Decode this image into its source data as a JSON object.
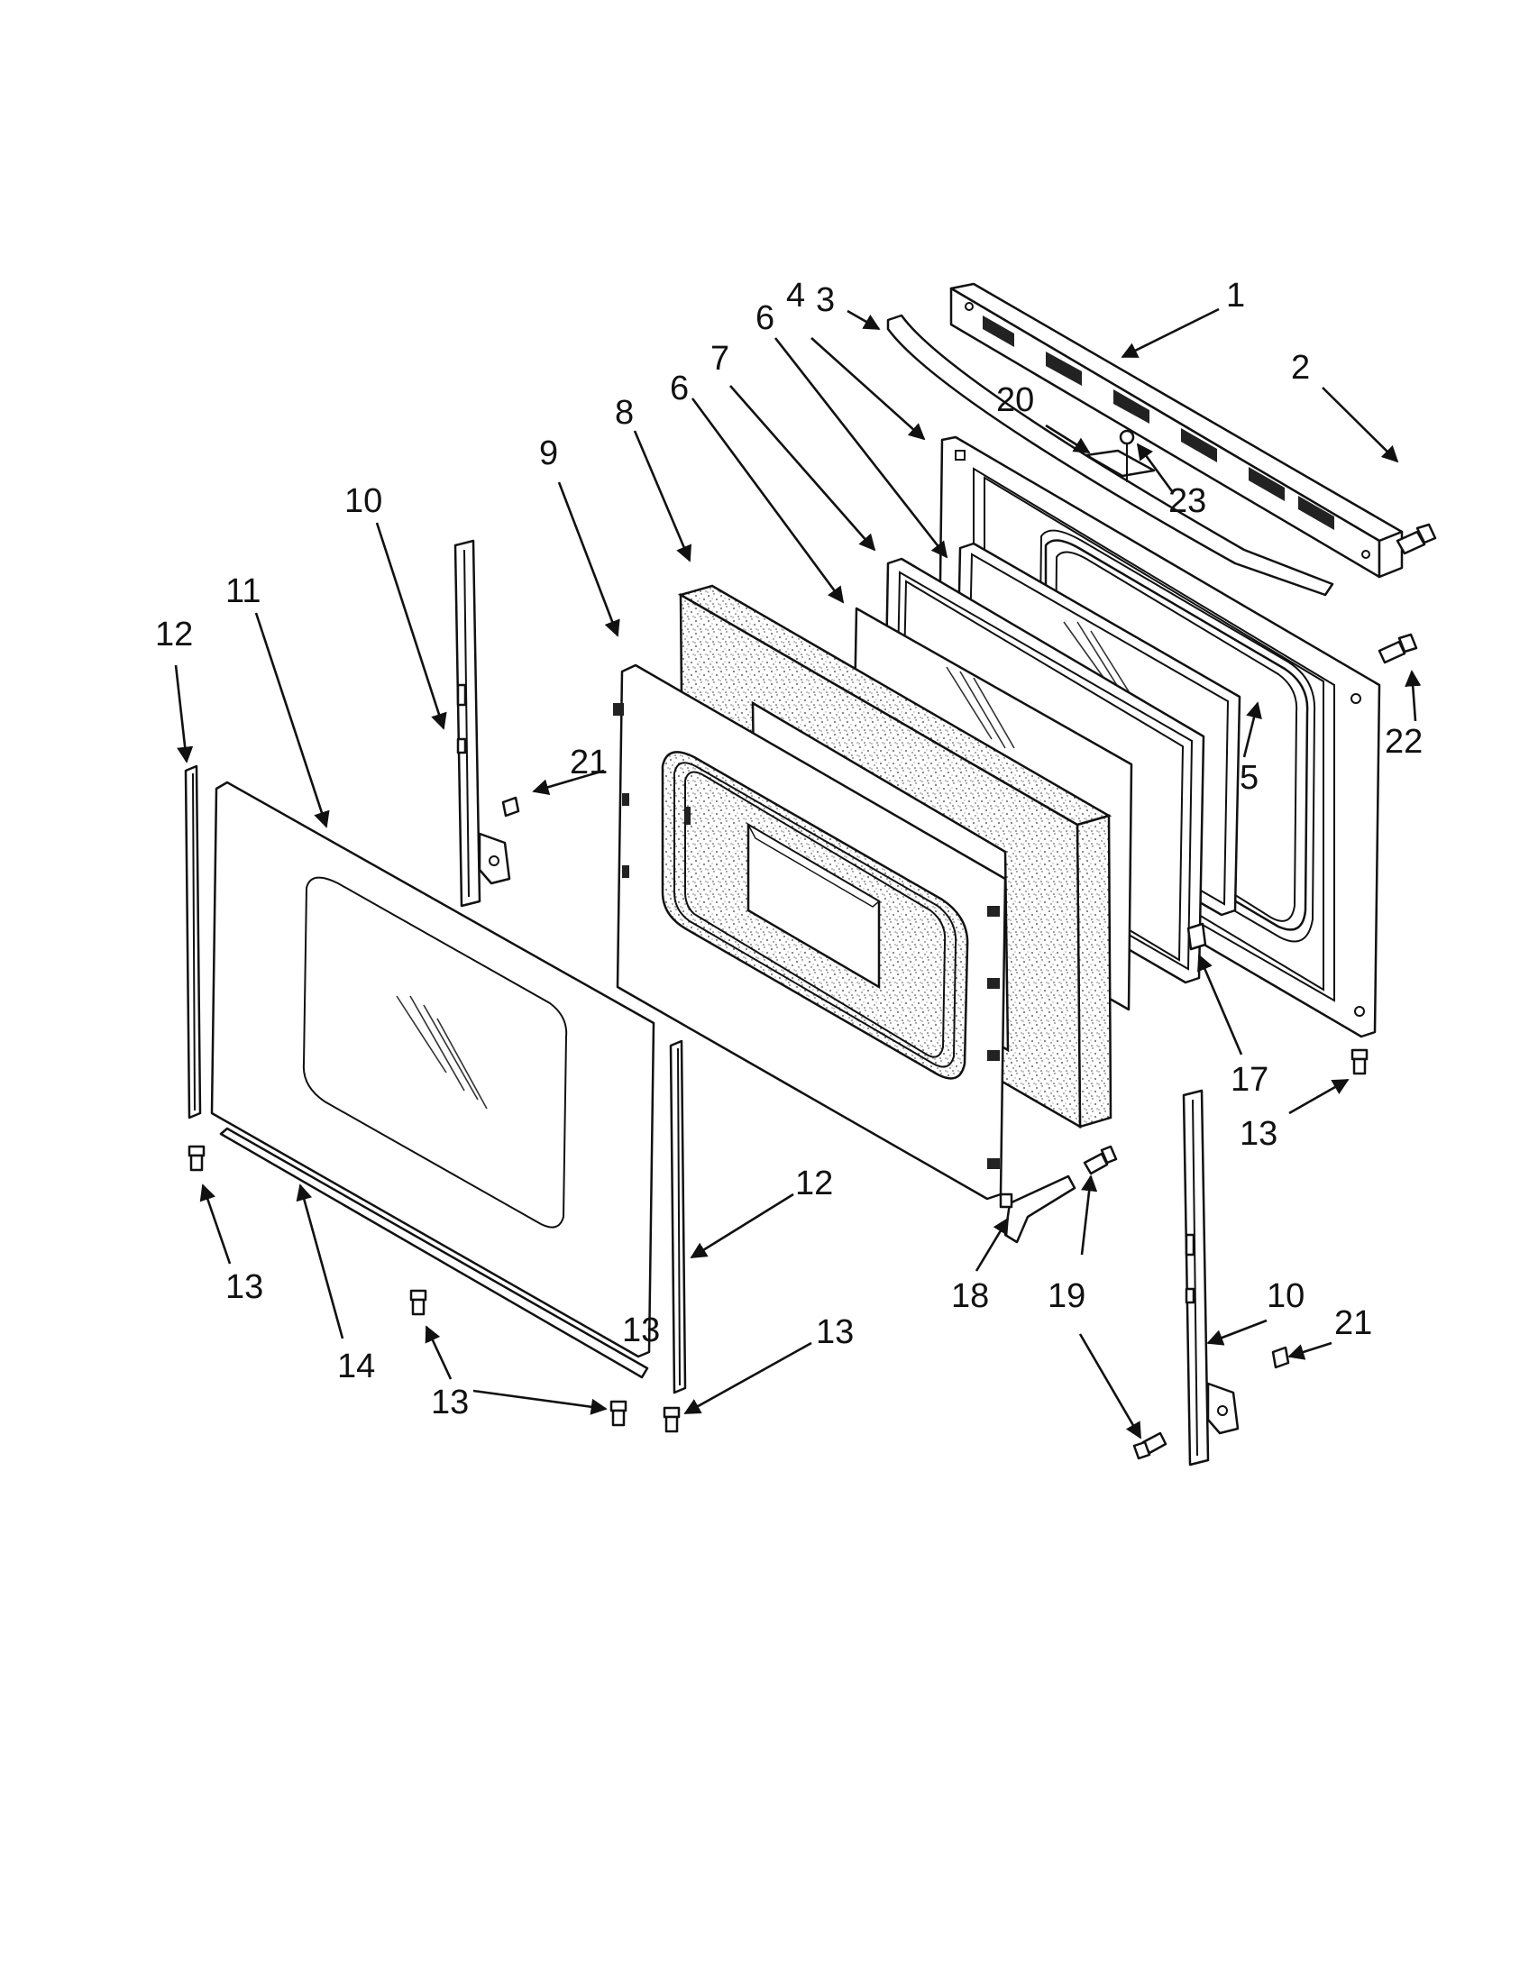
{
  "diagram": {
    "callouts": [
      {
        "id": "c1",
        "text": "1"
      },
      {
        "id": "c2",
        "text": "2"
      },
      {
        "id": "c3",
        "text": "3"
      },
      {
        "id": "c4",
        "text": "4"
      },
      {
        "id": "c5",
        "text": "5"
      },
      {
        "id": "c6a",
        "text": "6"
      },
      {
        "id": "c6b",
        "text": "6"
      },
      {
        "id": "c7",
        "text": "7"
      },
      {
        "id": "c8",
        "text": "8"
      },
      {
        "id": "c9",
        "text": "9"
      },
      {
        "id": "c10a",
        "text": "10"
      },
      {
        "id": "c10b",
        "text": "10"
      },
      {
        "id": "c11",
        "text": "11"
      },
      {
        "id": "c12a",
        "text": "12"
      },
      {
        "id": "c12b",
        "text": "12"
      },
      {
        "id": "c13a",
        "text": "13"
      },
      {
        "id": "c13b",
        "text": "13"
      },
      {
        "id": "c13c",
        "text": "13"
      },
      {
        "id": "c13d",
        "text": "13"
      },
      {
        "id": "c13e",
        "text": "13"
      },
      {
        "id": "c14",
        "text": "14"
      },
      {
        "id": "c17",
        "text": "17"
      },
      {
        "id": "c18",
        "text": "18"
      },
      {
        "id": "c19",
        "text": "19"
      },
      {
        "id": "c20",
        "text": "20"
      },
      {
        "id": "c21a",
        "text": "21"
      },
      {
        "id": "c21b",
        "text": "21"
      },
      {
        "id": "c22",
        "text": "22"
      },
      {
        "id": "c23",
        "text": "23"
      }
    ]
  }
}
